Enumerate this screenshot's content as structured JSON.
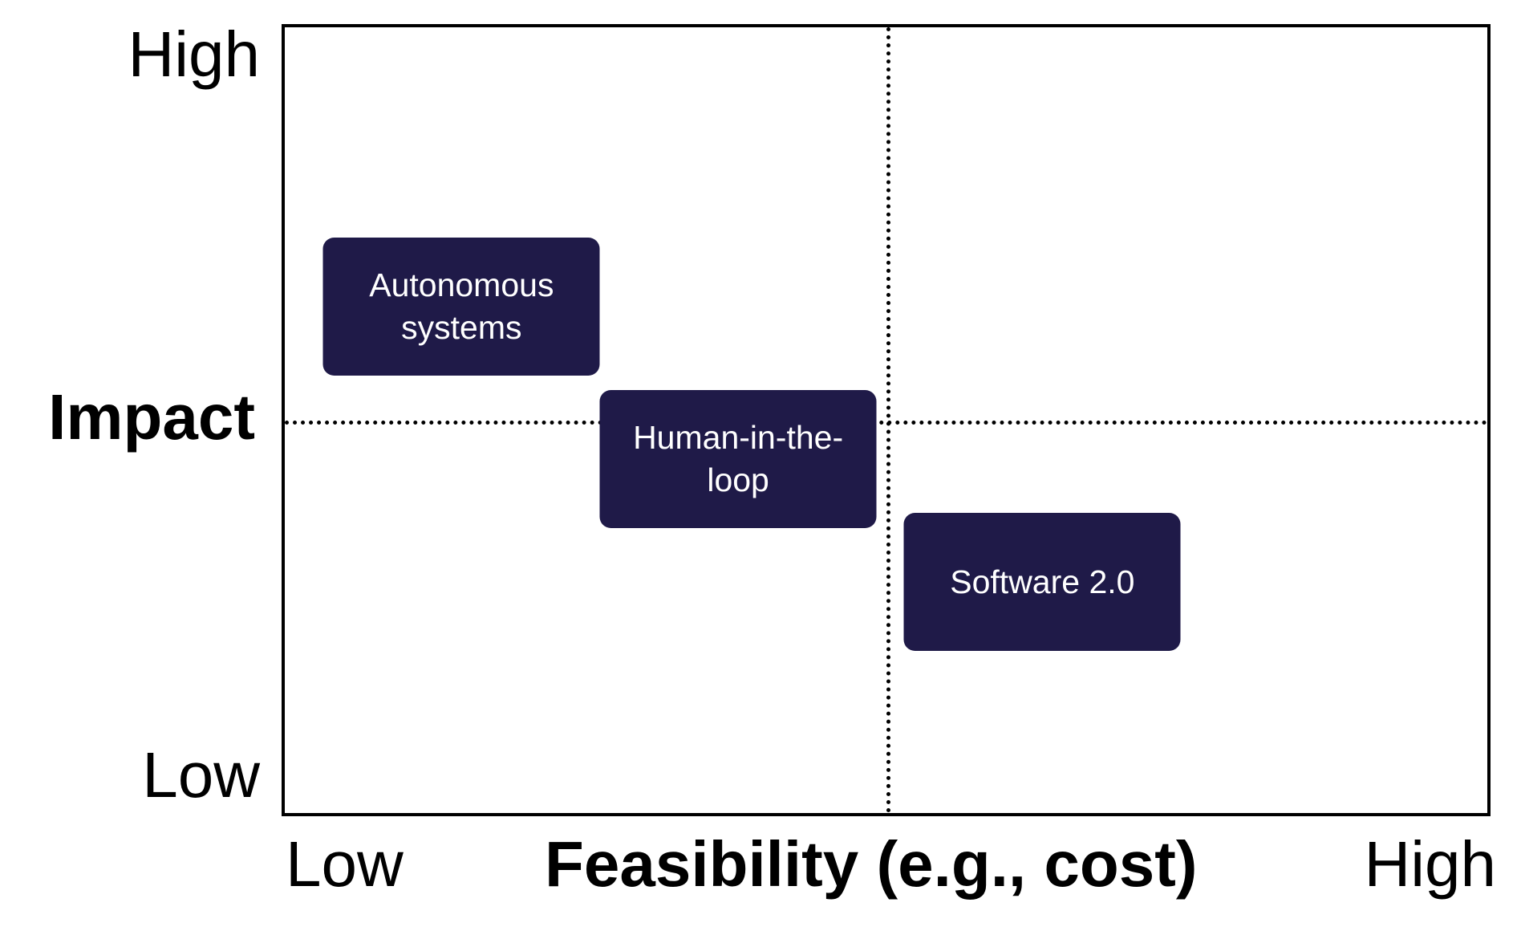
{
  "chart_data": {
    "type": "quadrant",
    "xlabel": "Feasibility (e.g., cost)",
    "ylabel": "Impact",
    "x_ticks": {
      "low": "Low",
      "high": "High"
    },
    "y_ticks": {
      "low": "Low",
      "high": "High"
    },
    "xlim": [
      0,
      1
    ],
    "ylim": [
      0,
      1
    ],
    "dividers": {
      "x": 0.5,
      "y": 0.5
    },
    "items": [
      {
        "label": "Autonomous systems",
        "x": 0.147,
        "y": 0.645
      },
      {
        "label": "Human-in-the-loop",
        "x": 0.377,
        "y": 0.45
      },
      {
        "label": "Software 2.0",
        "x": 0.63,
        "y": 0.294
      }
    ],
    "colors": {
      "item_fill": "#1f1a48",
      "item_text": "#ffffff"
    }
  }
}
